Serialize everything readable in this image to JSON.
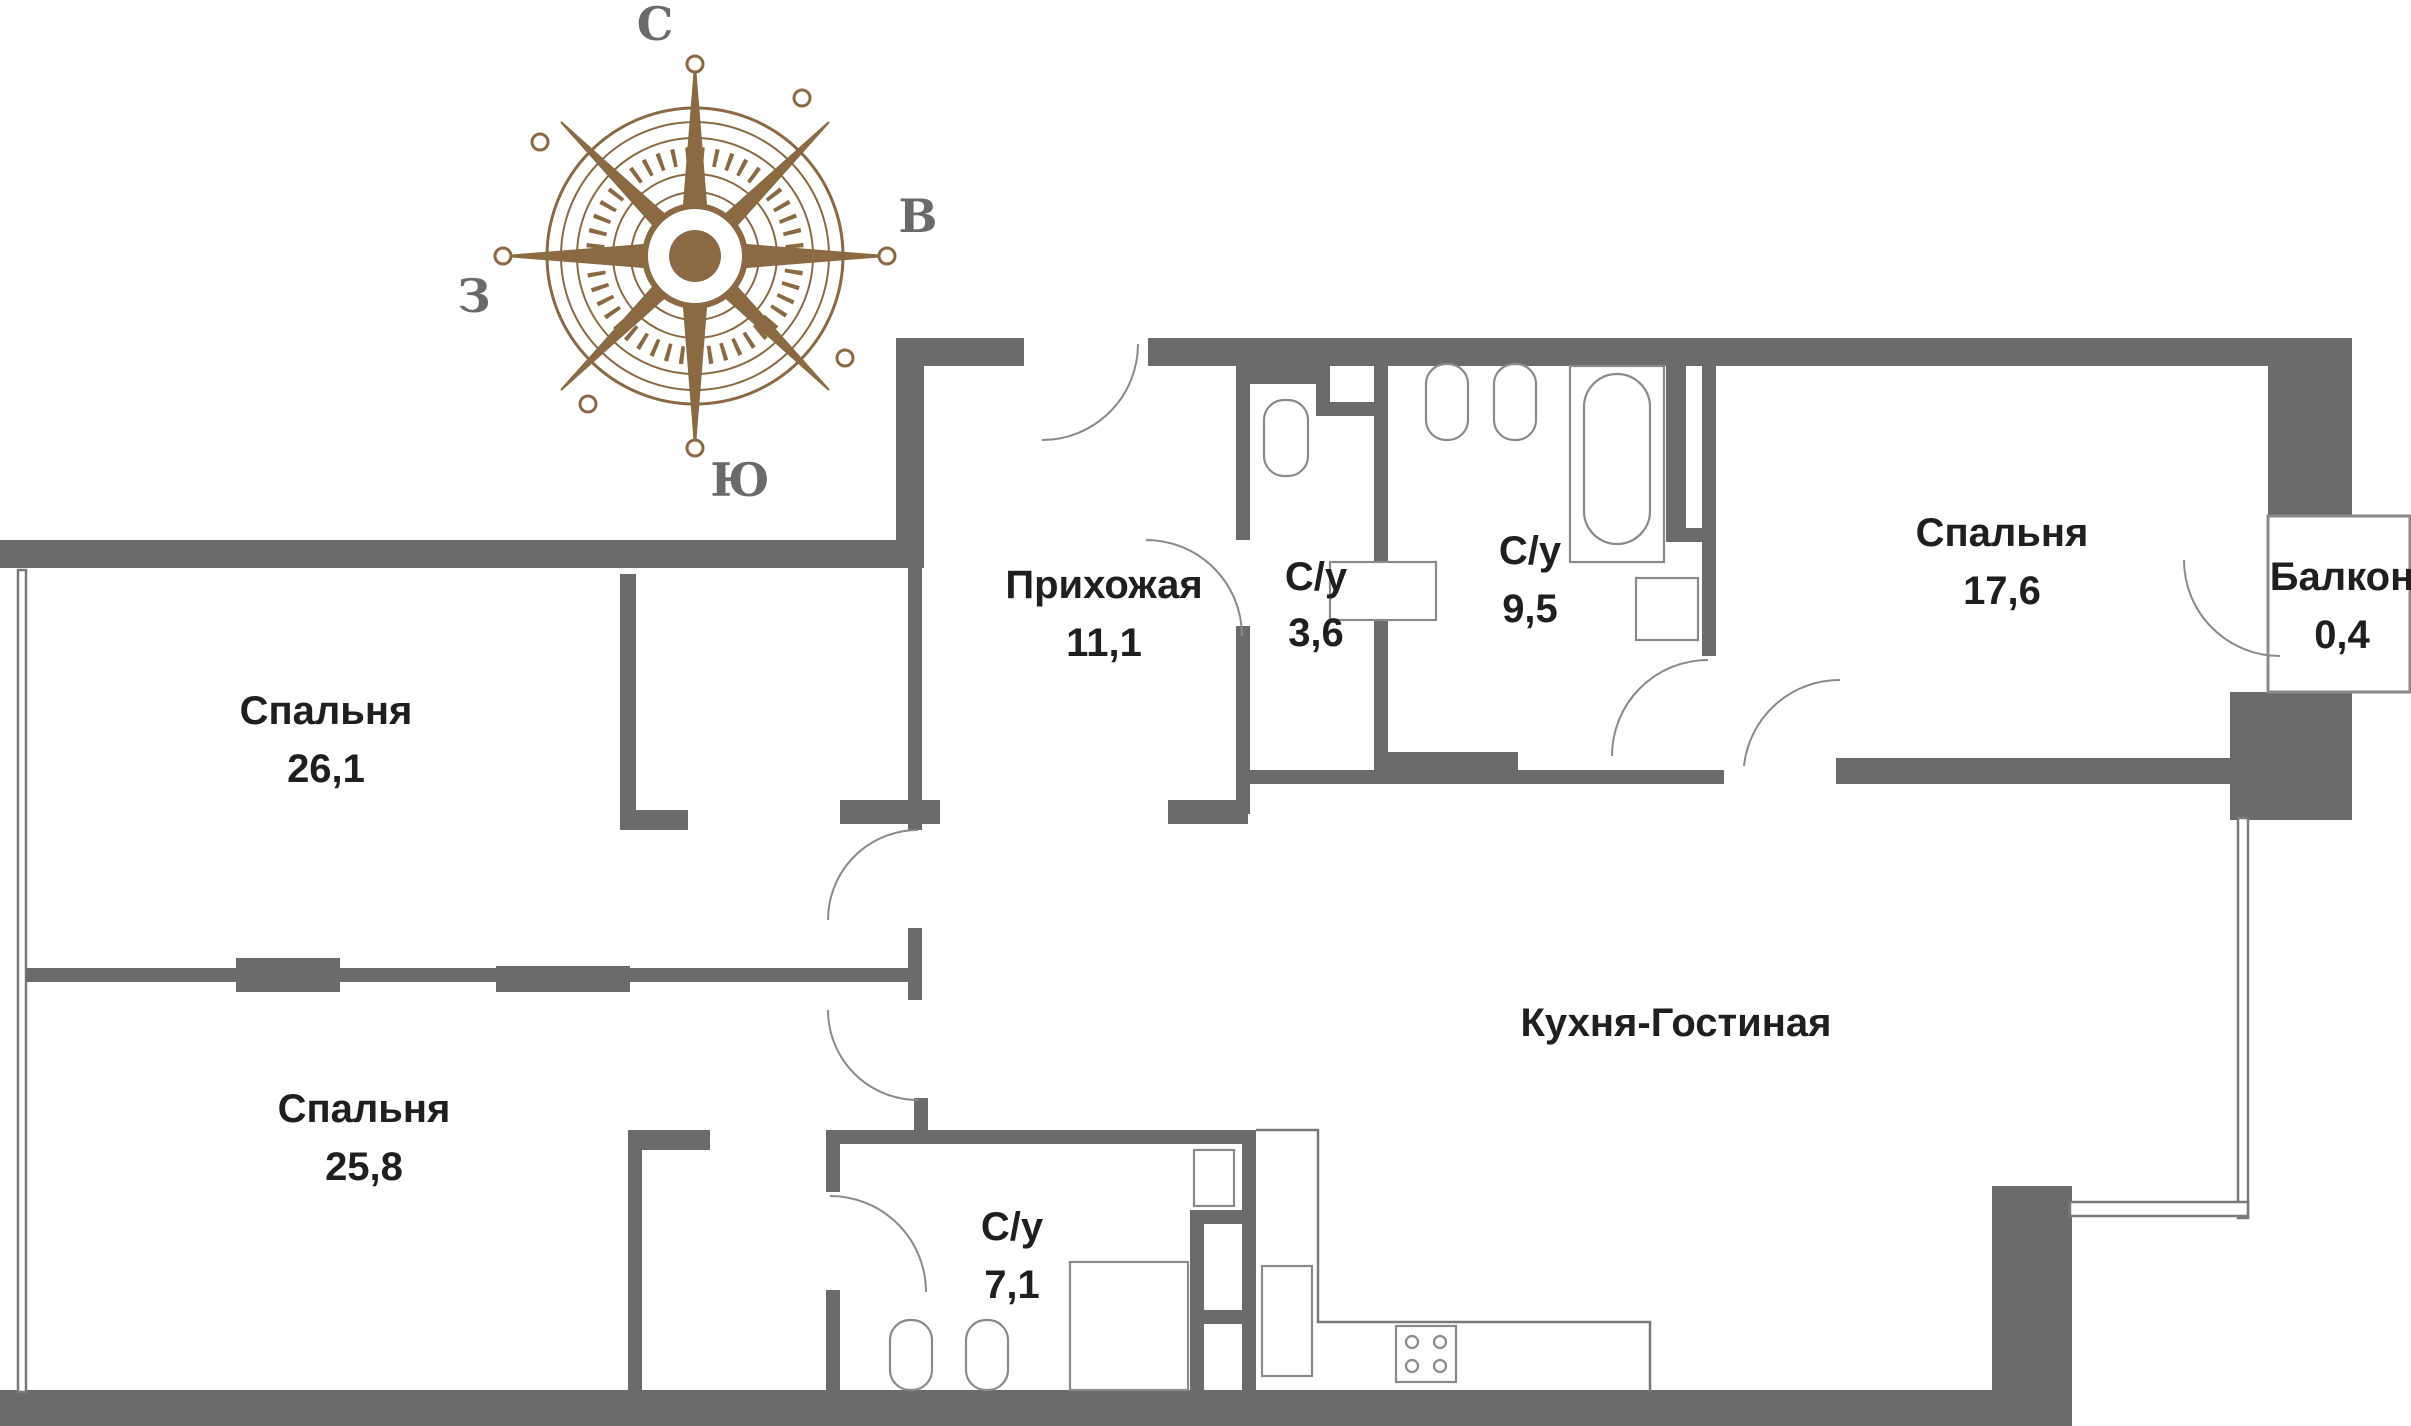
{
  "compass": {
    "north": "С",
    "east": "В",
    "south": "Ю",
    "west": "З",
    "color": "#8b6a43"
  },
  "rooms": {
    "hallway": {
      "name": "Прихожая",
      "area": "11,1"
    },
    "wc_small": {
      "name": "С/у",
      "area": "3,6"
    },
    "wc_main": {
      "name": "С/у",
      "area": "9,5"
    },
    "bedroom_right": {
      "name": "Спальня",
      "area": "17,6"
    },
    "balcony": {
      "name": "Балкон",
      "area": "0,4"
    },
    "bedroom_top_left": {
      "name": "Спальня",
      "area": "26,1"
    },
    "bedroom_bottom_left": {
      "name": "Спальня",
      "area": "25,8"
    },
    "kitchen_living": {
      "name": "Кухня-Гостиная"
    },
    "wc_bottom": {
      "name": "С/у",
      "area": "7,1"
    }
  },
  "colors": {
    "wall": "#6b6b6b",
    "line": "#8a8a8a",
    "label": "#1f1f1f"
  }
}
